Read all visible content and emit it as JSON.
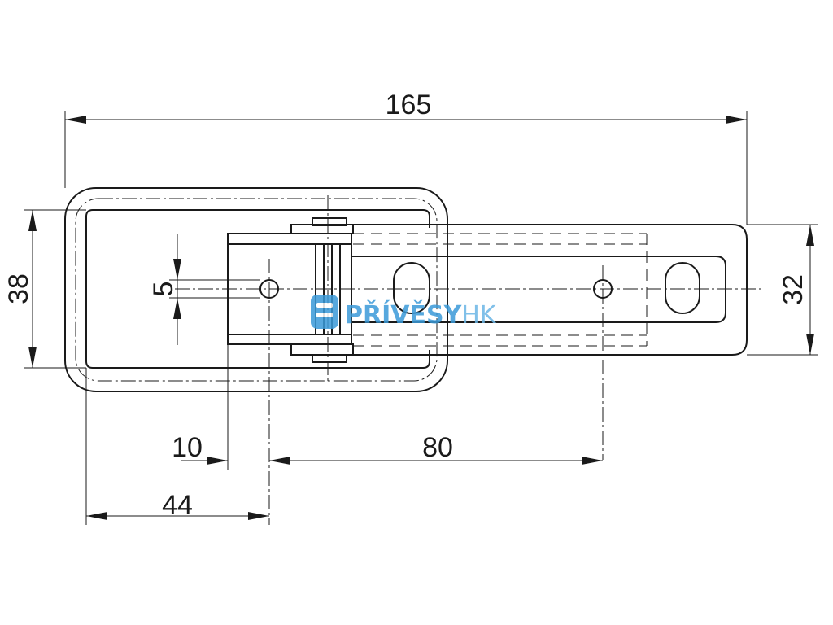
{
  "dimensions": {
    "overall_length": "165",
    "base_height": "38",
    "strap_height": "32",
    "hole_diameter": "5",
    "hinge_offset": "10",
    "hole_spacing": "80",
    "base_to_hole": "44"
  },
  "watermark": {
    "brand_main": "PŘÍVĚSY",
    "brand_suffix": "HK",
    "color_main": "#3a9ad9",
    "color_suffix": "#6bb6e6"
  },
  "colors": {
    "line": "#1a1a1a",
    "background": "#ffffff"
  }
}
